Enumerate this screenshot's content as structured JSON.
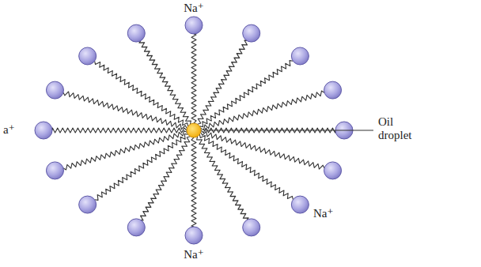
{
  "diagram": {
    "labels": [
      "Na⁺",
      "a⁺",
      "Oil droplet",
      "Na⁺",
      "Na⁺"
    ]
  }
}
